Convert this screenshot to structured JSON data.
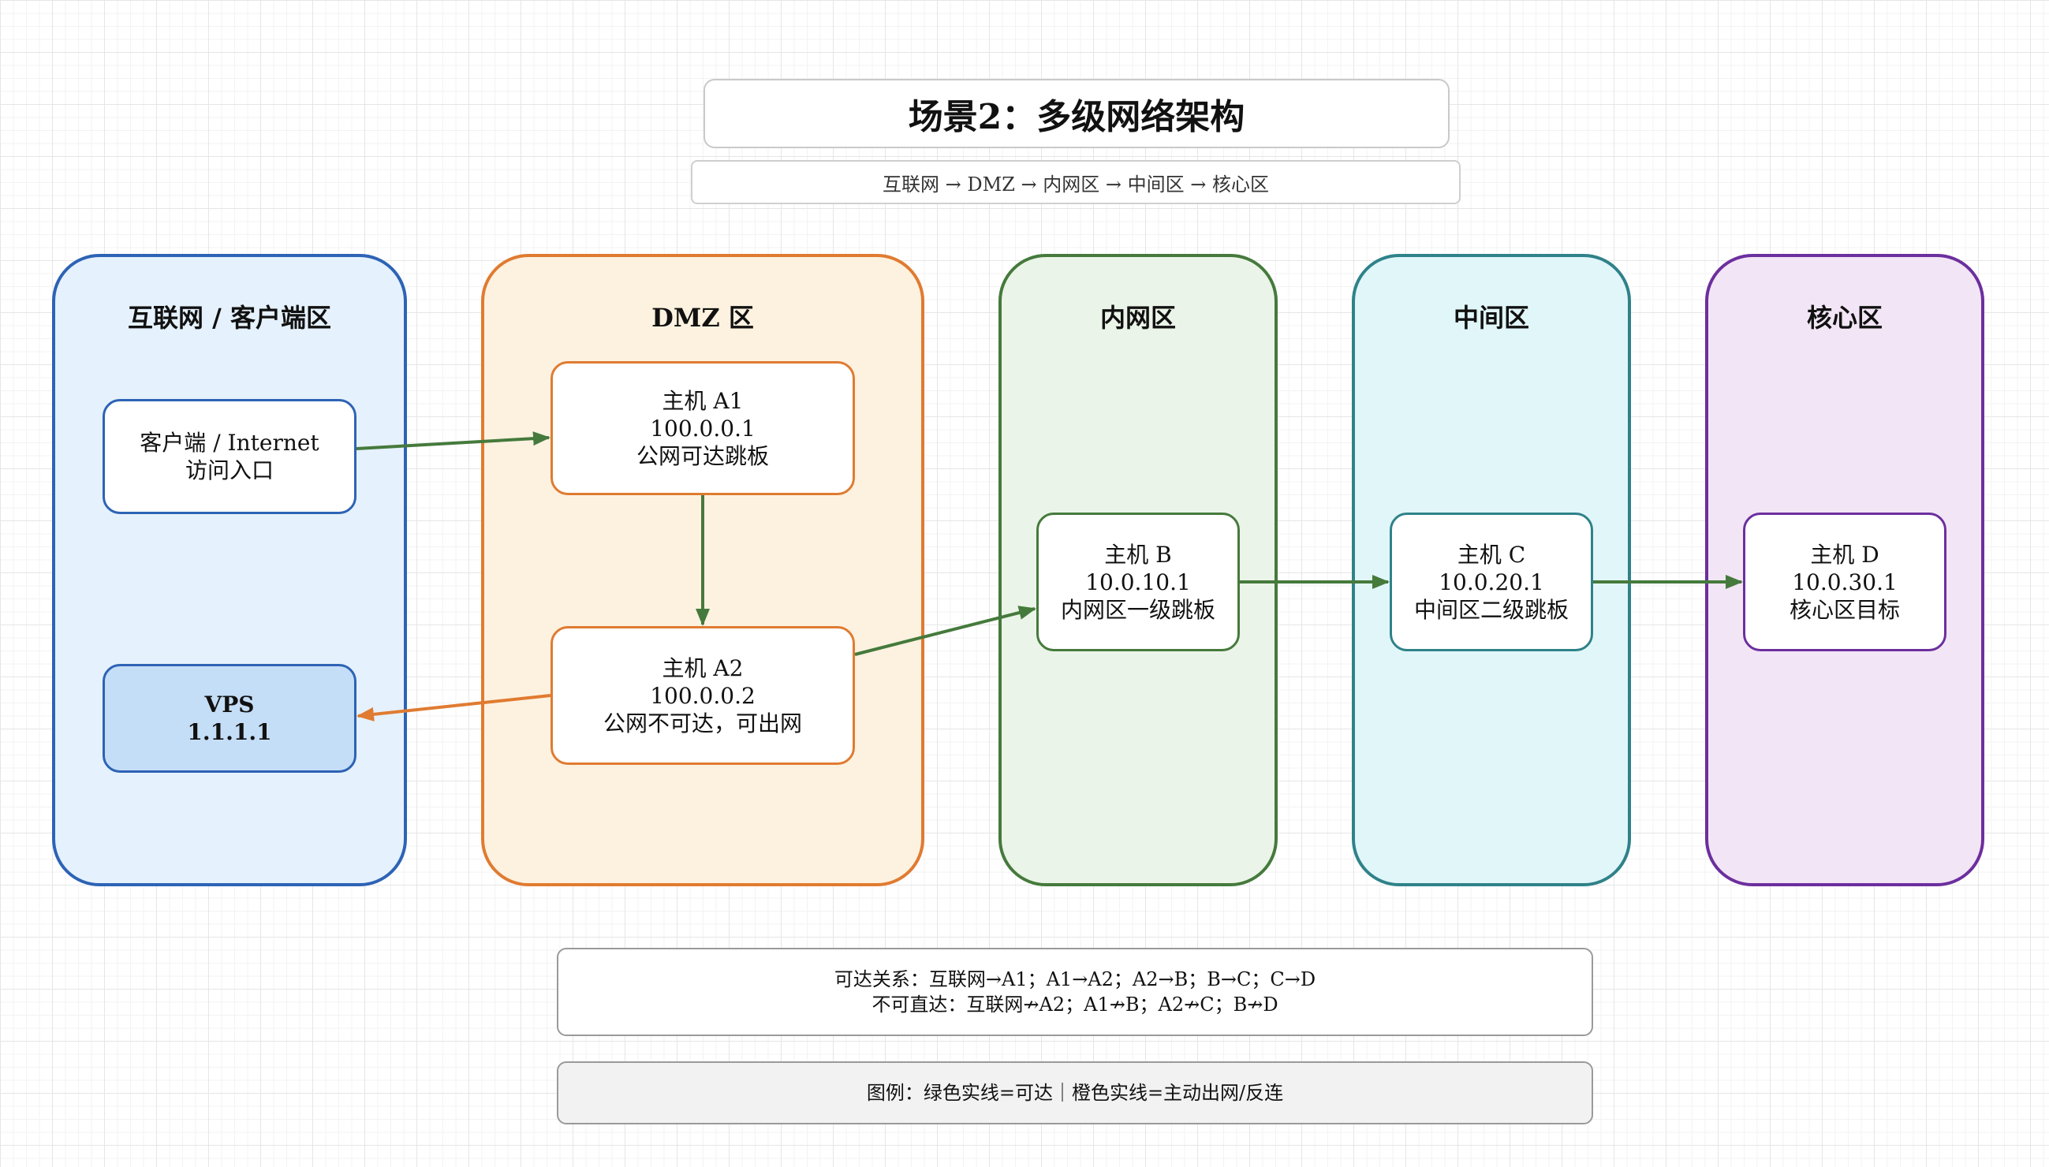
{
  "title": "场景2：多级网络架构",
  "subtitle": "互联网 → DMZ → 内网区 → 中间区 → 核心区",
  "zones": {
    "internet": {
      "label": "互联网 / 客户端区",
      "border": "#2d63b5",
      "fill": "#e5f1fc"
    },
    "dmz": {
      "label": "DMZ 区",
      "border": "#e07b31",
      "fill": "#fdf2e0"
    },
    "intranet": {
      "label": "内网区",
      "border": "#457a3c",
      "fill": "#ebf4e8"
    },
    "middle": {
      "label": "中间区",
      "border": "#2f8289",
      "fill": "#e1f6f9"
    },
    "core": {
      "label": "核心区",
      "border": "#6c2f9e",
      "fill": "#f2e5f5"
    }
  },
  "nodes": {
    "client": {
      "line1": "客户端 / Internet",
      "line2": "访问入口"
    },
    "vps": {
      "line1": "VPS",
      "line2": "1.1.1.1"
    },
    "a1": {
      "line1": "主机 A1",
      "line2": "100.0.0.1",
      "line3": "公网可达跳板"
    },
    "a2": {
      "line1": "主机 A2",
      "line2": "100.0.0.2",
      "line3": "公网不可达，可出网"
    },
    "b": {
      "line1": "主机 B",
      "line2": "10.0.10.1",
      "line3": "内网区一级跳板"
    },
    "c": {
      "line1": "主机 C",
      "line2": "10.0.20.1",
      "line3": "中间区二级跳板"
    },
    "d": {
      "line1": "主机 D",
      "line2": "10.0.30.1",
      "line3": "核心区目标"
    }
  },
  "flow": {
    "reachable": "可达关系：互联网→A1；A1→A2；A2→B；B→C；C→D",
    "unreachable": "不可直达：互联网↛A2；A1↛B；A2↛C；B↛D"
  },
  "legend": "图例：绿色实线=可达｜橙色实线=主动出网/反连",
  "colors": {
    "reachable_line": "#457a3c",
    "reverse_line": "#e07b31",
    "vps_fill": "#c5def7"
  }
}
